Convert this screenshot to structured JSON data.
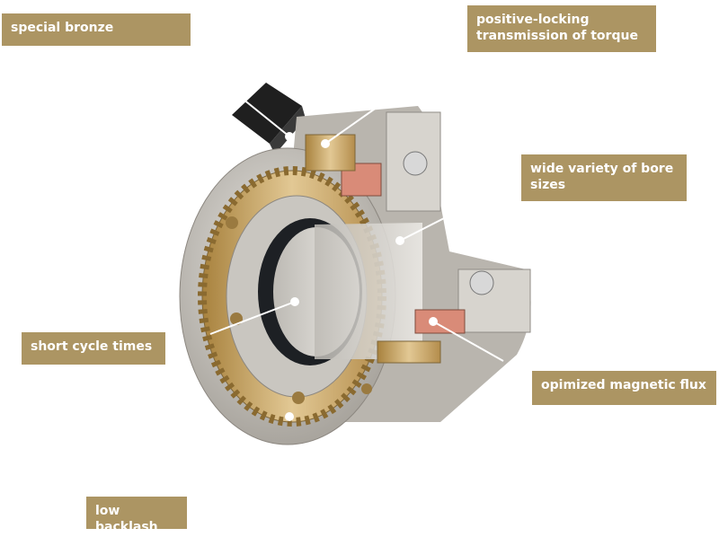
{
  "labels": {
    "special_bronze": "special bronze",
    "positive_locking": "positive-locking transmission of torque",
    "bore_sizes": "wide variety of bore sizes",
    "short_cycle": "short cycle times",
    "magnetic_flux": "opimized magnetic flux",
    "low_backlash": "low backlash"
  },
  "colors": {
    "label_bg": "#ac9563",
    "label_text": "#ffffff",
    "housing": "#c9c6c0",
    "bronze": "#c8a56a",
    "coil": "#d98b78",
    "dark": "#2a2a2a"
  }
}
